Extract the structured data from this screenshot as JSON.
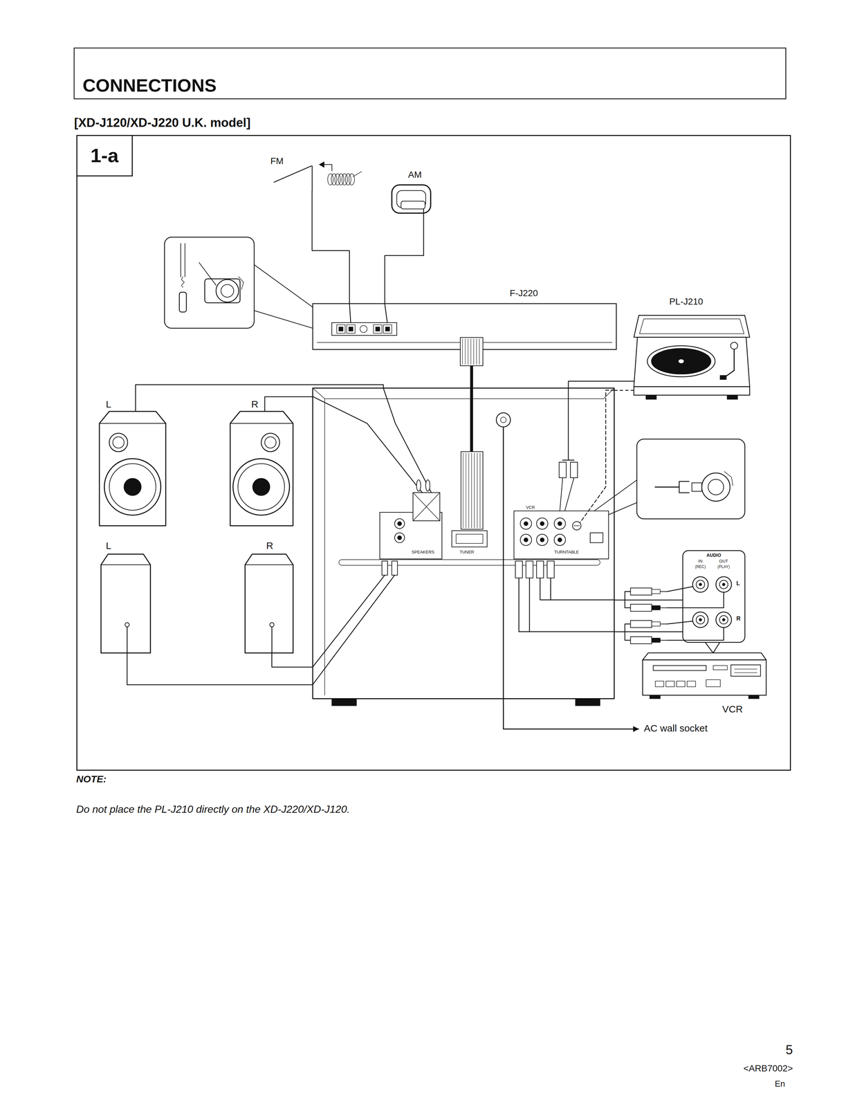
{
  "diagram": {
    "title": "CONNECTIONS",
    "nodes": [
      {
        "text": [
          "1-a"
        ]
      },
      {
        "text": [
          "FM"
        ],
        "in": 0
      },
      {
        "text": [
          "AM"
        ],
        "in": 0
      },
      {
        "text": [
          "F-J220"
        ],
        "in": 0
      },
      {
        "text": [
          "PL-J210"
        ],
        "in": 0
      },
      {
        "text": [
          "L"
        ],
        "in": 0
      },
      {
        "text": [
          "R"
        ],
        "in": 0
      },
      {
        "text": [
          "SPEAKERS",
          "TUNER",
          "VCR",
          "TURNTABLE"
        ],
        "in": 0
      },
      {
        "text": [
          "L"
        ],
        "in": 0
      },
      {
        "text": [
          "R"
        ],
        "in": 0
      },
      {
        "text": [
          "AUDIO",
          "IN",
          "OUT",
          "(REC)",
          "(PLAY)",
          "L",
          "R"
        ],
        "in": 0
      },
      {
        "text": [
          "VCR"
        ],
        "in": 0
      },
      {
        "text": [
          "AC wall socket"
        ],
        "in": 0
      }
    ],
    "edges": [
      {
        "from": 1,
        "to": 3,
        "arrow": "none"
      },
      {
        "from": 2,
        "to": 3,
        "arrow": "none"
      },
      {
        "from": 3,
        "to": 7,
        "arrow": "none"
      },
      {
        "from": 5,
        "to": 7,
        "arrow": "none"
      },
      {
        "from": 6,
        "to": 7,
        "arrow": "none"
      },
      {
        "from": 8,
        "to": 7,
        "arrow": "none"
      },
      {
        "from": 9,
        "to": 7,
        "arrow": "none"
      },
      {
        "from": 4,
        "to": 7,
        "arrow": "none"
      },
      {
        "from": 4,
        "to": 7,
        "arrow": "none"
      },
      {
        "from": 10,
        "to": 7,
        "arrow": "none"
      },
      {
        "from": 10,
        "to": 7,
        "arrow": "none"
      },
      {
        "from": 7,
        "to": 12,
        "arrow": "to"
      }
    ],
    "labels": [
      "[XD-J120/XD-J220 U.K. model]",
      "NOTE:",
      "Do not place the PL-J210 directly on the XD-J220/XD-J120.",
      "5",
      "<ARB7002>",
      "En"
    ]
  }
}
